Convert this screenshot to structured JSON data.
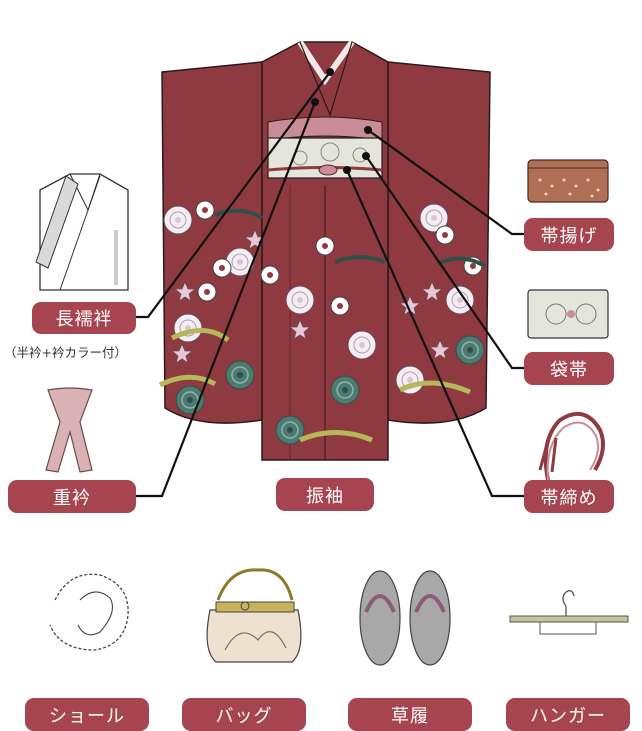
{
  "labels": {
    "nagajuban": "長襦袢",
    "nagajuban_note": "（半衿+衿カラー付）",
    "kasane_eri": "重衿",
    "furisode": "振袖",
    "obiage": "帯揚げ",
    "fukuro_obi": "袋帯",
    "obijime": "帯締め",
    "shawl": "ショール",
    "bag": "バッグ",
    "zori": "草履",
    "hanger": "ハンガー"
  },
  "colors": {
    "label_bg": "#a6444f",
    "kimono": "#8e3a40",
    "obi": "#e4e6dc",
    "line": "#111111"
  }
}
